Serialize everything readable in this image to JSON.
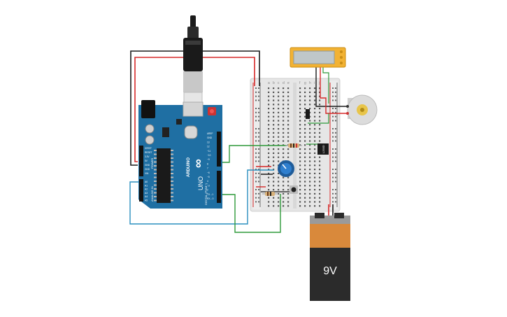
{
  "canvas": {
    "background": "#ffffff"
  },
  "arduino": {
    "logo_text": "ARDUINO",
    "model_text": "UNO",
    "brand_mark": "∞",
    "board_color": "#1f6fa3",
    "power_header_labels": [
      "IOREF",
      "RESET",
      "3.3V",
      "5V",
      "GND",
      "GND",
      "VIN"
    ],
    "analog_header_labels": [
      "A0",
      "A1",
      "A2",
      "A3",
      "A4",
      "A5"
    ],
    "digital_header_labels": [
      "AREF",
      "GND",
      "13",
      "12",
      "~11",
      "~10",
      "~9",
      "8",
      "7",
      "~6",
      "~5",
      "4",
      "~3",
      "2",
      "TX→1",
      "RX←0"
    ],
    "section_labels": {
      "power": "POWER",
      "analog": "ANALOG IN",
      "digital": "DIGITAL (PWM~)"
    }
  },
  "breadboard": {
    "column_letters_left": [
      "a",
      "b",
      "c",
      "d",
      "e"
    ],
    "column_letters_right": [
      "f",
      "g",
      "h",
      "i",
      "j"
    ],
    "rail_plus": "+",
    "rail_minus": "−"
  },
  "lcd": {
    "color": "#f2b233"
  },
  "ic_chip": {
    "label": "L293D"
  },
  "battery": {
    "label": "9V",
    "top_color": "#d9893b",
    "body_color": "#2b2b2b"
  },
  "wire_colors": {
    "red": "#d62828",
    "black": "#1a1a1a",
    "green": "#2e9a3a",
    "blue": "#2a8fbf"
  },
  "icons": {
    "motor": "dc-motor-icon",
    "potentiometer": "potentiometer-icon",
    "pushbutton": "pushbutton-icon",
    "resistor": "resistor-icon",
    "transistor": "transistor-icon",
    "usb_cable": "usb-cable-icon"
  }
}
